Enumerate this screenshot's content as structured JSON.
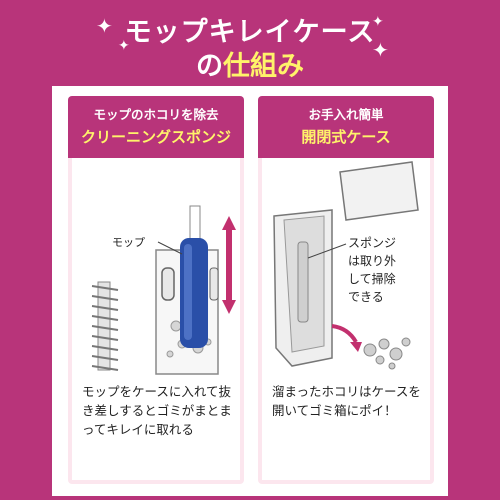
{
  "header": {
    "title_line1": "モップキレイケース",
    "title_line2_prefix": "の",
    "title_line2_highlight": "仕組み"
  },
  "left_panel": {
    "subtitle": "モップのホコリを除去",
    "title": "クリーニングスポンジ",
    "mop_label": "モップ",
    "description": "モップをケースに入れて抜き差しするとゴミがまとまってキレイに取れる"
  },
  "right_panel": {
    "subtitle": "お手入れ簡単",
    "title": "開閉式ケース",
    "sponge_note_lines": [
      "スポンジ",
      "は取り外",
      "して掃除",
      "できる"
    ],
    "description": "溜まったホコリはケースを開いてゴミ箱にポイ！"
  },
  "colors": {
    "frame": "#b8347a",
    "highlight": "#fff36a",
    "panel_bg": "#fce6ee",
    "mop_blue": "#2a4fa8",
    "arrow": "#c2306e"
  }
}
